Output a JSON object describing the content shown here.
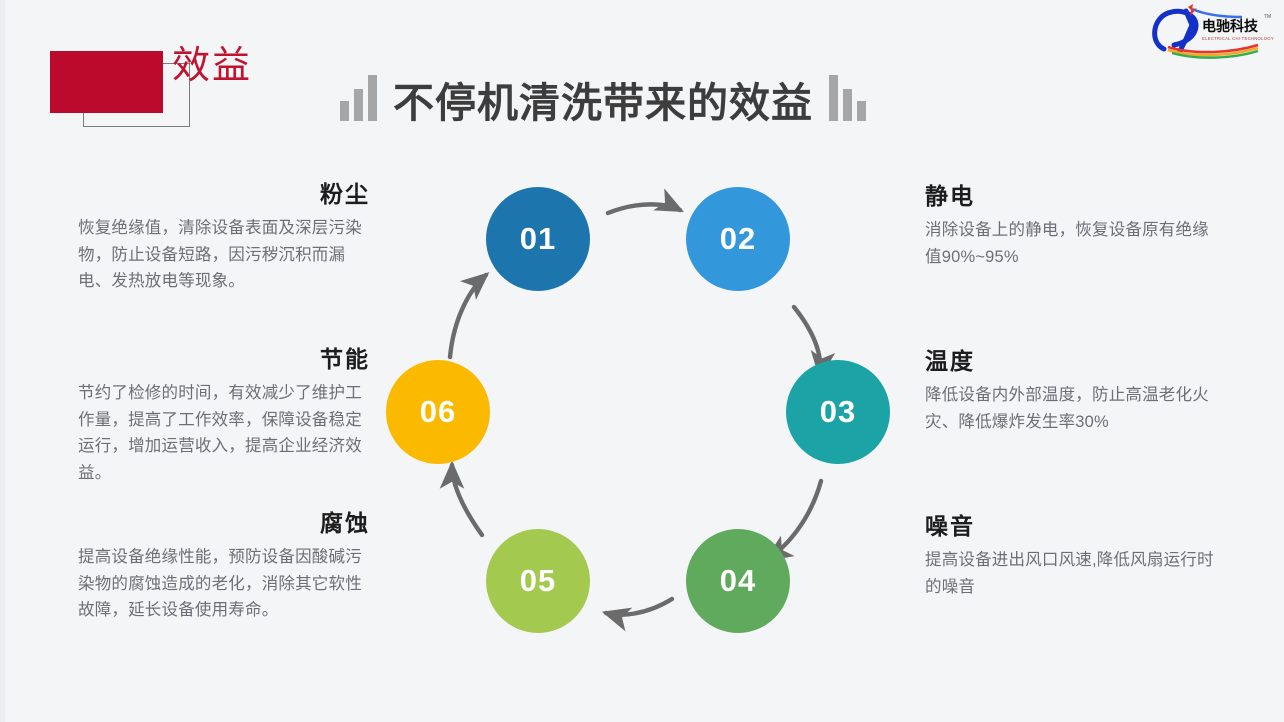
{
  "header": {
    "tag_label": "效益",
    "title": "不停机清洗带来的效益",
    "decor_left_icon": "bar-chart-ascending-icon",
    "decor_right_icon": "bar-chart-descending-icon",
    "accent_red": "#bc0a2c",
    "title_color": "#3d3d3d"
  },
  "logo": {
    "brand_cn": "电驰科技",
    "brand_en": "ELECTRICAL CHI TECHNOLOGY",
    "trademark": "TM"
  },
  "diagram": {
    "type": "cycle",
    "steps": [
      {
        "number": "01",
        "color": "#1d75ae",
        "topic": "粉尘"
      },
      {
        "number": "02",
        "color": "#3397db",
        "topic": "静电"
      },
      {
        "number": "03",
        "color": "#1ba3a5",
        "topic": "温度"
      },
      {
        "number": "04",
        "color": "#5faa5d",
        "topic": "噪音"
      },
      {
        "number": "05",
        "color": "#a3c94f",
        "topic": "腐蚀"
      },
      {
        "number": "06",
        "color": "#fbba00",
        "topic": "节能"
      }
    ],
    "arrow_color": "#6b6b6b"
  },
  "left_blocks": [
    {
      "title": "粉尘",
      "body": "恢复绝缘值，清除设备表面及深层污染物，防止设备短路，因污秽沉积而漏电、发热放电等现象。"
    },
    {
      "title": "节能",
      "body": "节约了检修的时间，有效减少了维护工作量，提高了工作效率，保障设备稳定运行，增加运营收入，提高企业经济效益。"
    },
    {
      "title": "腐蚀",
      "body": "提高设备绝缘性能，预防设备因酸碱污染物的腐蚀造成的老化，消除其它软性故障，延长设备使用寿命。"
    }
  ],
  "right_blocks": [
    {
      "title": "静电",
      "body": "消除设备上的静电，恢复设备原有绝缘值90%~95%"
    },
    {
      "title": "温度",
      "body": "降低设备内外部温度，防止高温老化火灾、降低爆炸发生率30%"
    },
    {
      "title": "噪音",
      "body": "提高设备进出风口风速,降低风扇运行时的噪音"
    }
  ]
}
